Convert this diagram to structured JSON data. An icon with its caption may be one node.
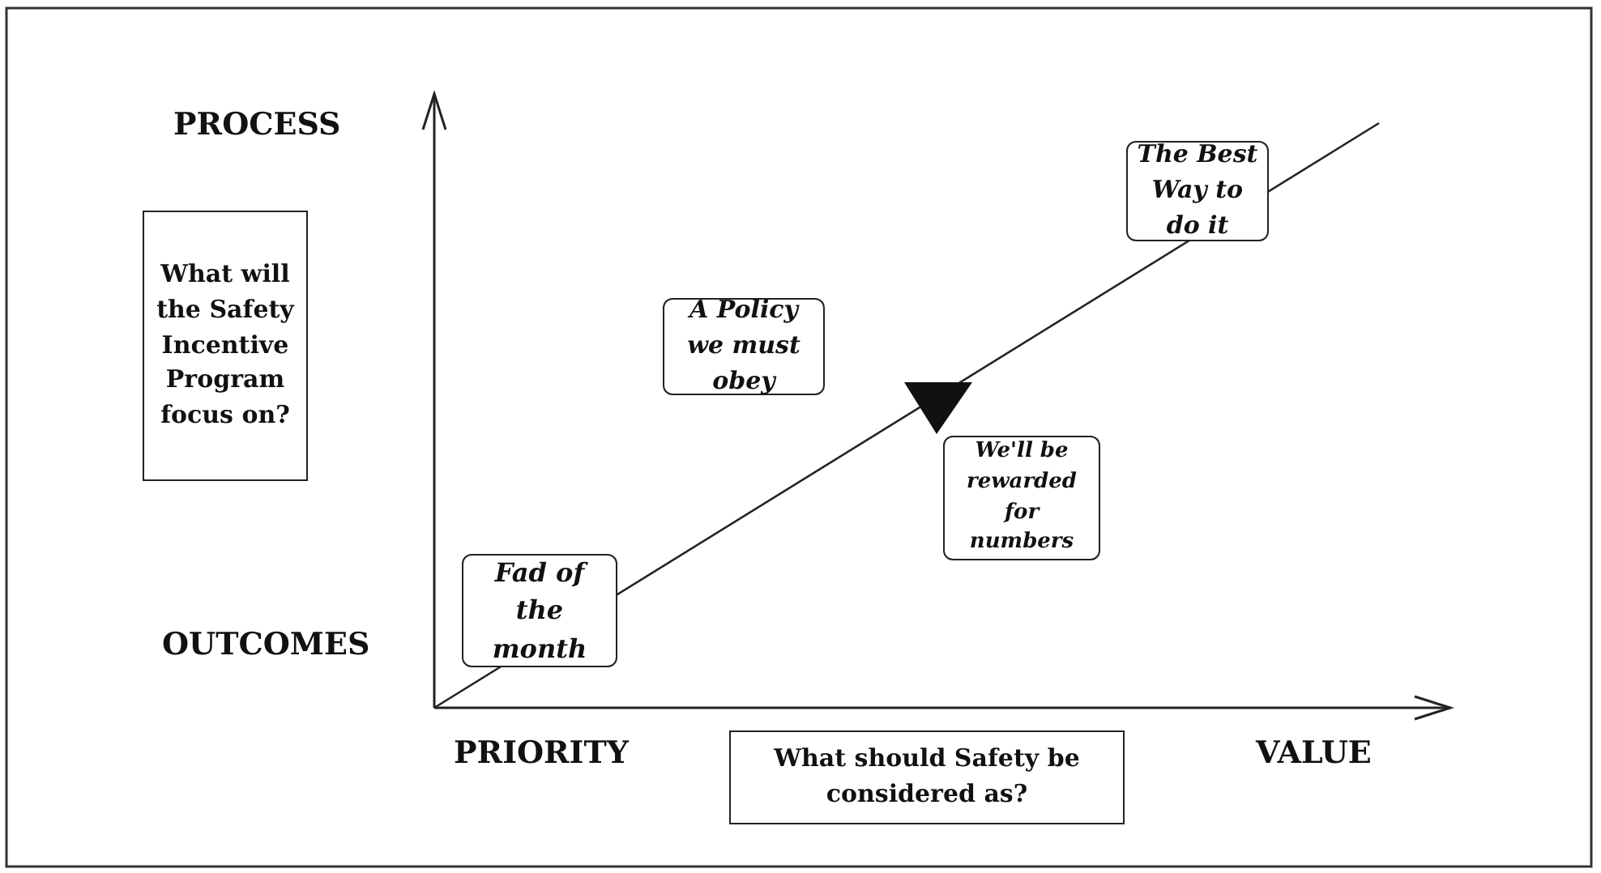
{
  "diagram": {
    "nodes": [
      {
        "text": [
          "What will the Safety Incentive Program focus on?"
        ]
      },
      {
        "text": [
          "Fad of the month"
        ]
      },
      {
        "text": [
          "A Policy we must obey"
        ]
      },
      {
        "text": [
          "The Best Way to do it"
        ]
      },
      {
        "text": [
          "We'll be rewarded for numbers"
        ]
      },
      {
        "text": [
          "What should Safety be considered as?"
        ]
      }
    ],
    "labels": [
      "PROCESS",
      "OUTCOMES",
      "PRIORITY",
      "VALUE"
    ]
  }
}
